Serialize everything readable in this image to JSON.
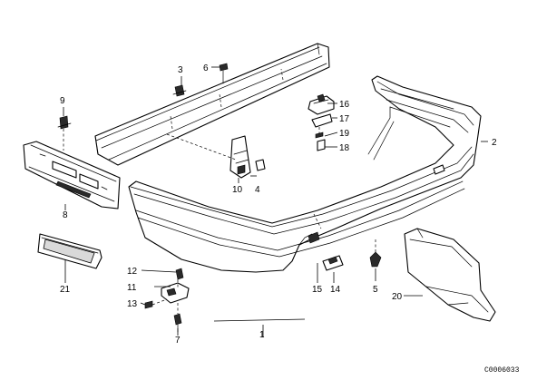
{
  "diagram": {
    "drawing_code": "C0006033",
    "callouts": [
      {
        "id": "c1",
        "label": "1"
      },
      {
        "id": "c2",
        "label": "2"
      },
      {
        "id": "c3",
        "label": "3"
      },
      {
        "id": "c4",
        "label": "4"
      },
      {
        "id": "c5",
        "label": "5"
      },
      {
        "id": "c6",
        "label": "6"
      },
      {
        "id": "c7",
        "label": "7"
      },
      {
        "id": "c8",
        "label": "8"
      },
      {
        "id": "c9",
        "label": "9"
      },
      {
        "id": "c10",
        "label": "10"
      },
      {
        "id": "c11",
        "label": "11"
      },
      {
        "id": "c12",
        "label": "12"
      },
      {
        "id": "c13",
        "label": "13"
      },
      {
        "id": "c14",
        "label": "14"
      },
      {
        "id": "c15",
        "label": "15"
      },
      {
        "id": "c16",
        "label": "16"
      },
      {
        "id": "c17",
        "label": "17"
      },
      {
        "id": "c18",
        "label": "18"
      },
      {
        "id": "c19",
        "label": "19"
      },
      {
        "id": "c20",
        "label": "20"
      },
      {
        "id": "c21",
        "label": "21"
      }
    ]
  }
}
